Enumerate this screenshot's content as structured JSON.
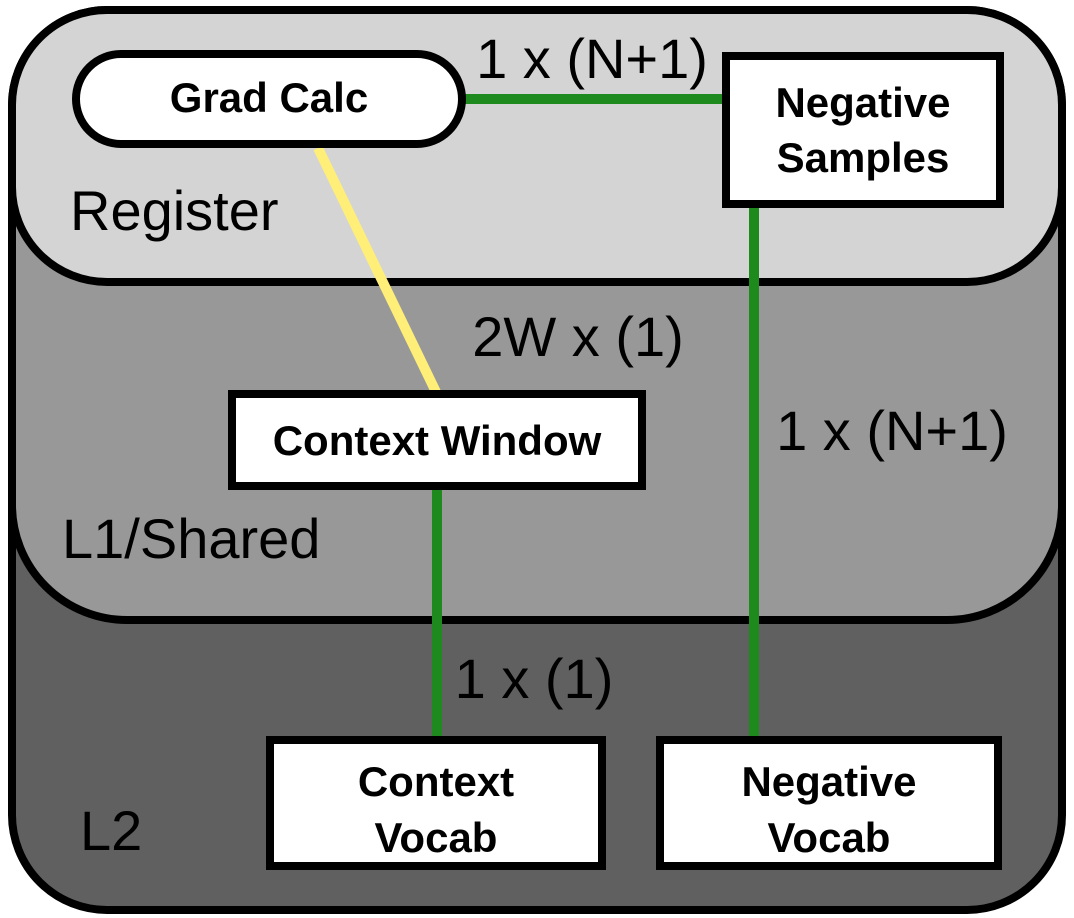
{
  "layers": {
    "l2": {
      "label": "L2",
      "color": "#606060"
    },
    "l1": {
      "label": "L1/Shared",
      "color": "#989898"
    },
    "register": {
      "label": "Register",
      "color": "#d4d4d4"
    }
  },
  "nodes": {
    "grad_calc": {
      "label": "Grad Calc"
    },
    "negative_samples": {
      "line1": "Negative",
      "line2": "Samples"
    },
    "context_window": {
      "label": "Context Window"
    },
    "context_vocab": {
      "line1": "Context",
      "line2": "Vocab"
    },
    "negative_vocab": {
      "line1": "Negative",
      "line2": "Vocab"
    }
  },
  "edges": {
    "grad_to_negative": {
      "label": "1 x (N+1)",
      "color": "#1e8a1e"
    },
    "grad_to_context_window": {
      "label": "2W x (1)",
      "color": "#ffee77"
    },
    "context_window_to_vocab": {
      "label": "1 x (1)",
      "color": "#1e8a1e"
    },
    "negative_samples_to_vocab": {
      "label": "1 x (N+1)",
      "color": "#1e8a1e"
    }
  }
}
